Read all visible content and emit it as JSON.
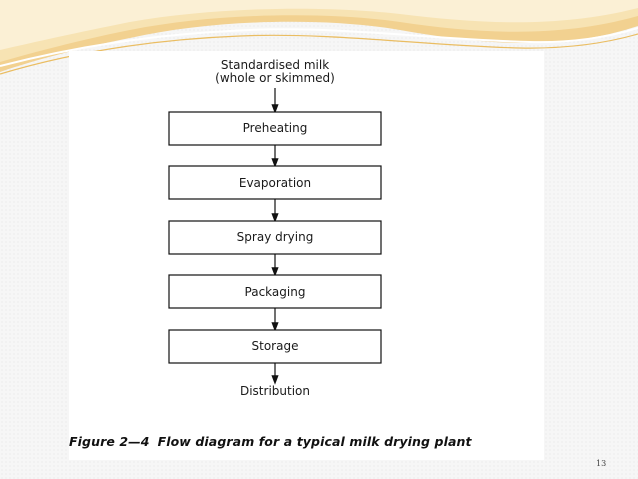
{
  "slide": {
    "page_number": "13",
    "accent_colors": [
      "#f0cc7a",
      "#f7e2b0",
      "#fbf1d8"
    ]
  },
  "diagram": {
    "input_label_line1": "Standardised milk",
    "input_label_line2": "(whole or skimmed)",
    "steps": [
      "Preheating",
      "Evaporation",
      "Spray drying",
      "Packaging",
      "Storage"
    ],
    "output_label": "Distribution"
  },
  "caption": {
    "figure_label": "Figure 2—4",
    "text": "Flow diagram for a typical milk drying plant"
  }
}
